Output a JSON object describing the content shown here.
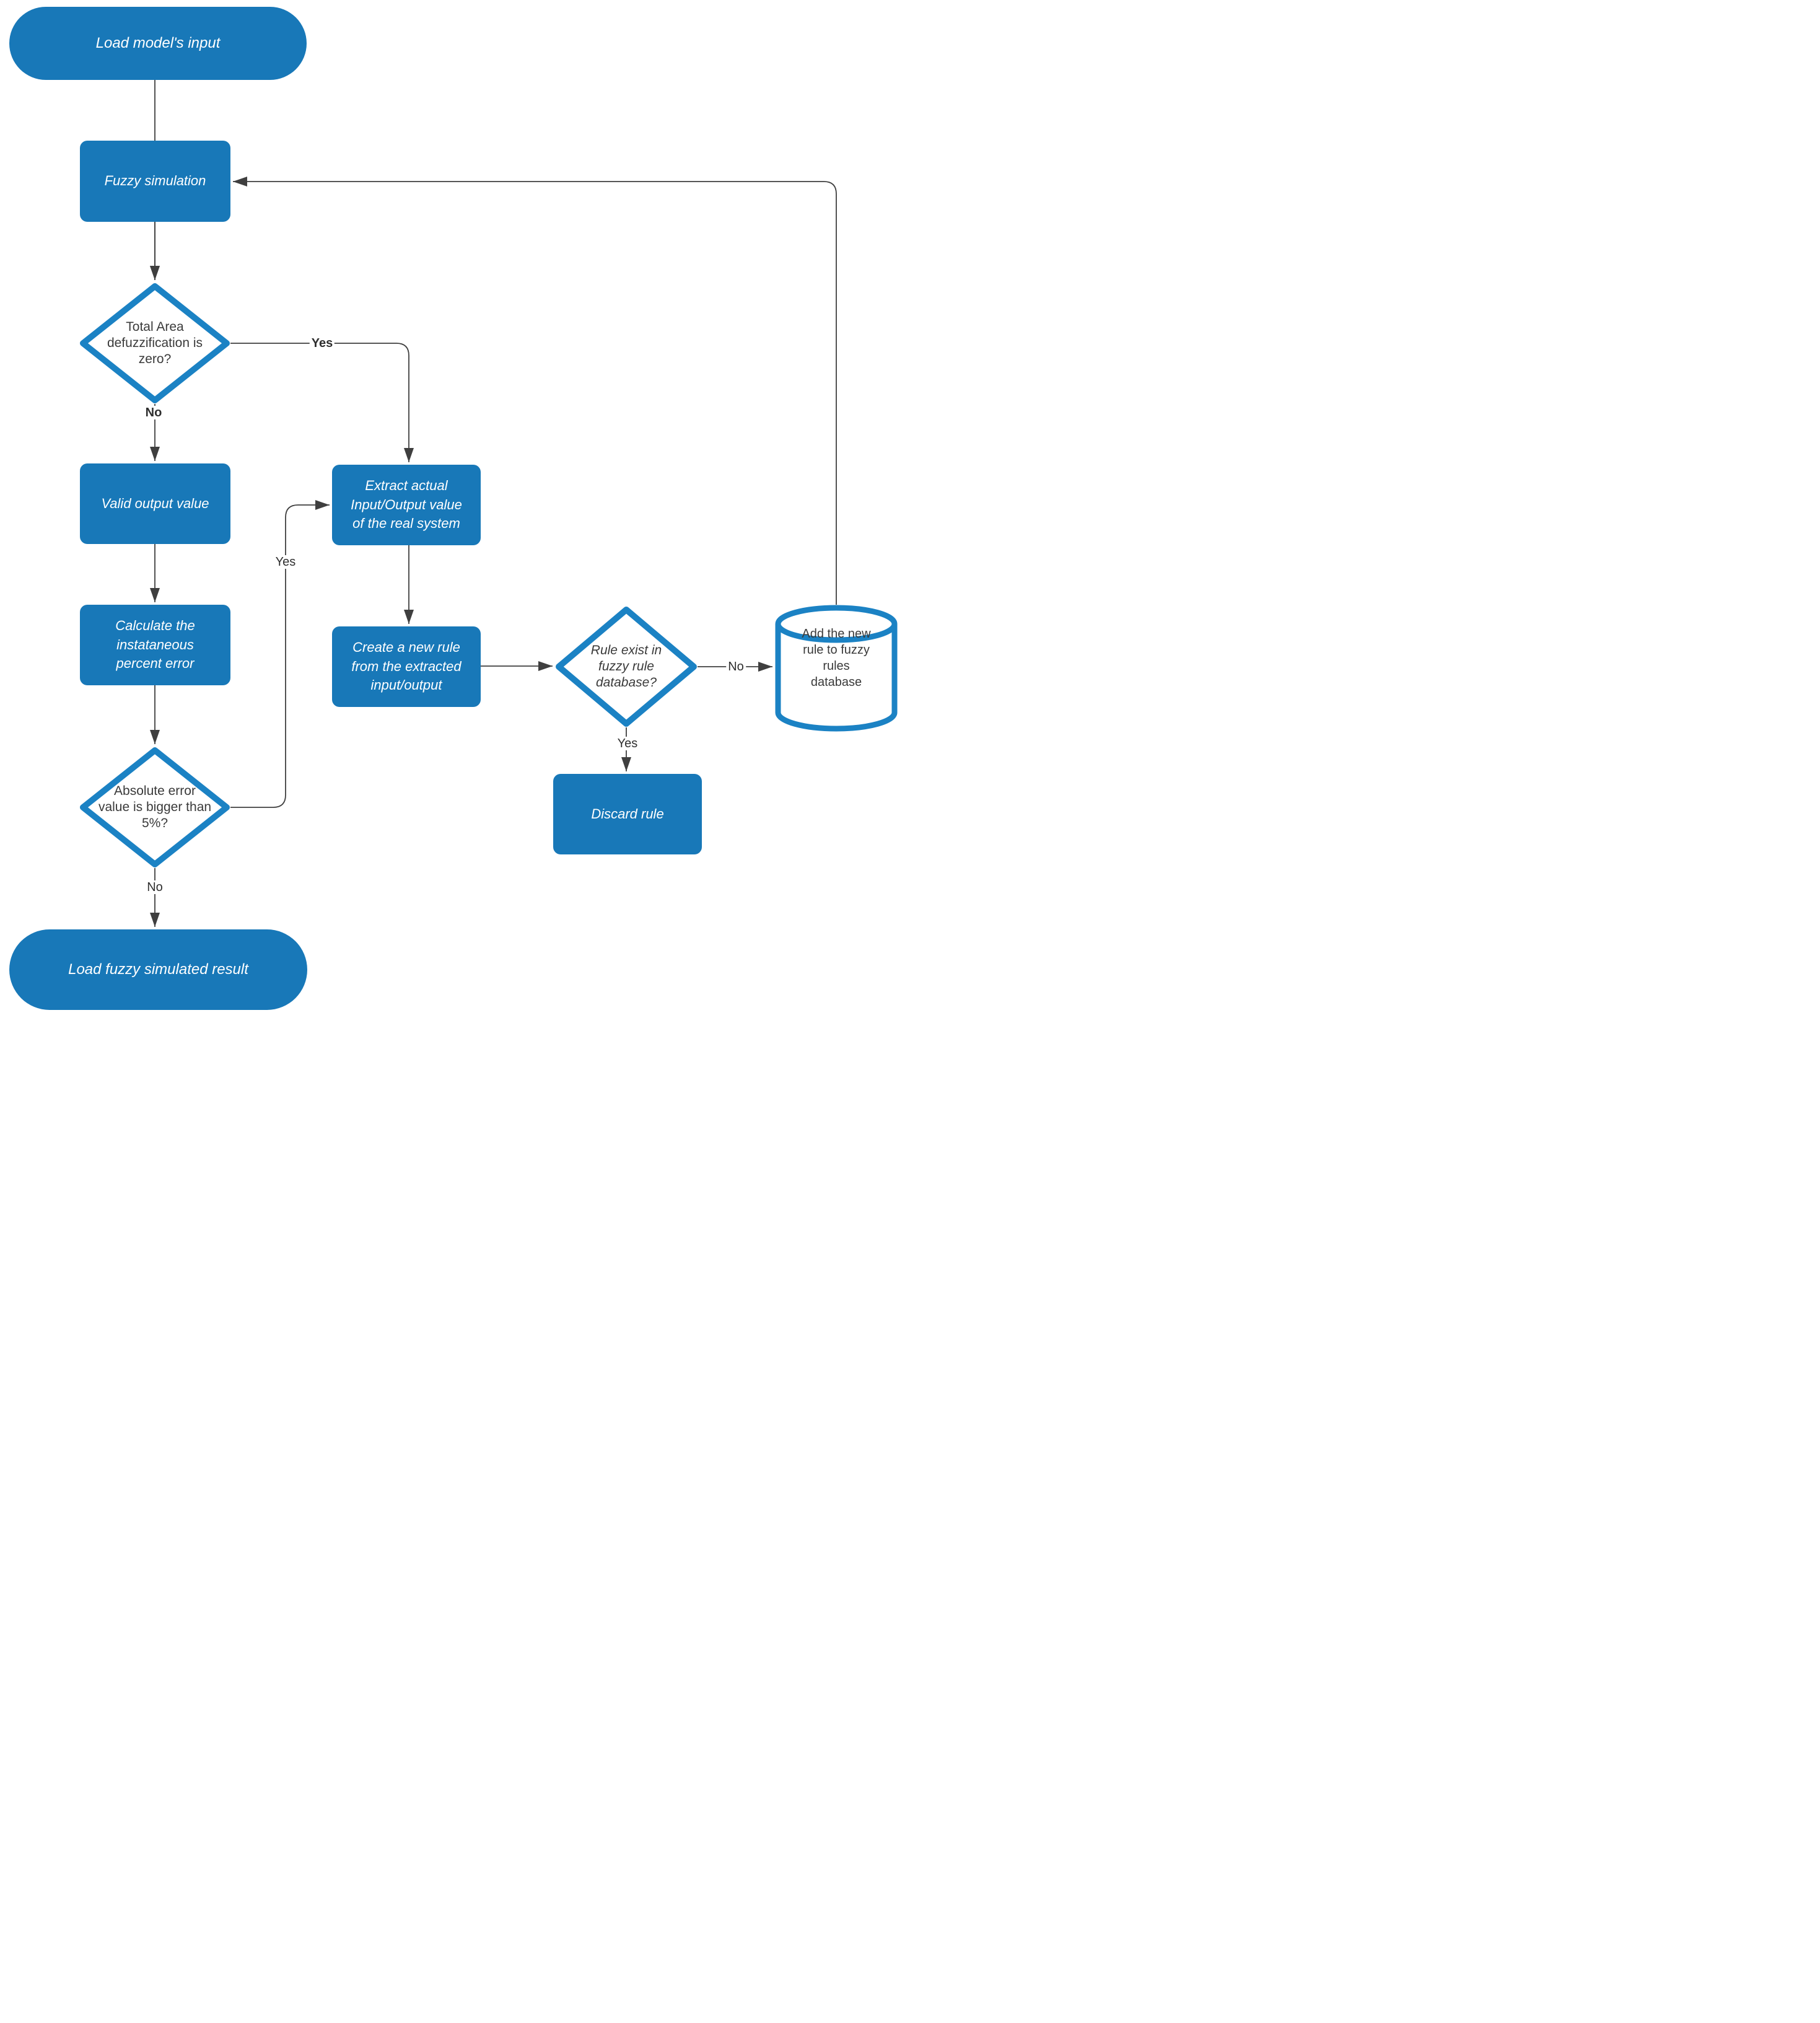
{
  "title": "Fuzzy rule extraction flowchart",
  "colors": {
    "shape_fill": "#1878b8",
    "shape_stroke": "#1b82c4",
    "line": "#3f3f3f",
    "dark_text": "#3a3a3a",
    "light_text": "#ffffff",
    "background": "#ffffff"
  },
  "nodes": {
    "start": {
      "type": "terminator",
      "label": "Load model's input"
    },
    "fuzzy_simulation": {
      "type": "process",
      "label": "Fuzzy simulation"
    },
    "total_area_decision": {
      "type": "decision",
      "label": "Total Area\ndefuzzification is\nzero?"
    },
    "valid_output": {
      "type": "process",
      "label": "Valid output value"
    },
    "calc_error": {
      "type": "process",
      "label": "Calculate the\ninstataneous\npercent error"
    },
    "abs_error_decision": {
      "type": "decision",
      "label": "Absolute error\nvalue is bigger than\n5%?"
    },
    "extract_actual": {
      "type": "process",
      "label": "Extract actual\nInput/Output value\nof the real system"
    },
    "create_rule": {
      "type": "process",
      "label": "Create a new rule\nfrom the extracted\ninput/output"
    },
    "rule_exists_decision": {
      "type": "decision",
      "label": "Rule exist in\nfuzzy rule\ndatabase?"
    },
    "add_rule_db": {
      "type": "database",
      "label": "Add the new\nrule to fuzzy\nrules\ndatabase"
    },
    "discard_rule": {
      "type": "process",
      "label": "Discard rule"
    },
    "end": {
      "type": "terminator",
      "label": "Load fuzzy simulated result"
    }
  },
  "edge_labels": {
    "total_area_yes": "Yes",
    "total_area_no": "No",
    "abs_error_yes": "Yes",
    "abs_error_no": "No",
    "rule_exists_no": "No",
    "rule_exists_yes": "Yes"
  }
}
